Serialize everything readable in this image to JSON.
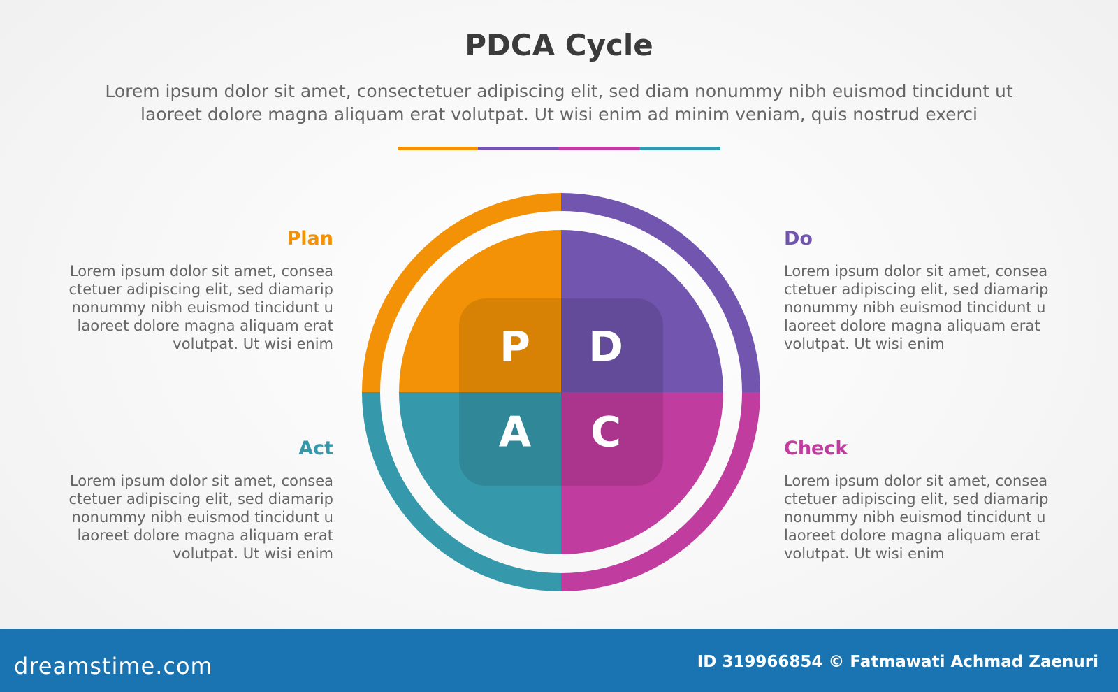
{
  "header": {
    "title": "PDCA Cycle",
    "subtitle_line1": "Lorem ipsum dolor sit amet, consectetuer adipiscing elit, sed diam nonummy nibh euismod tincidunt ut",
    "subtitle_line2": "laoreet dolore magna aliquam erat volutpat. Ut wisi enim ad minim veniam, quis nostrud exerci"
  },
  "colors": {
    "plan": "#f39206",
    "do": "#7155ae",
    "check": "#c13c9f",
    "act": "#3598ab",
    "title": "#3b3b3b",
    "body_text": "#666666",
    "footer_bg": "#1a74b1"
  },
  "stages": {
    "plan": {
      "title": "Plan",
      "letter": "P",
      "lines": [
        "Lorem ipsum dolor sit amet, consea",
        "ctetuer adipiscing elit, sed diamarip",
        "nonummy nibh euismod tincidunt u",
        "laoreet dolore magna aliquam erat",
        "volutpat. Ut wisi enim"
      ]
    },
    "do": {
      "title": "Do",
      "letter": "D",
      "lines": [
        "Lorem ipsum dolor sit amet, consea",
        "ctetuer adipiscing elit, sed diamarip",
        "nonummy nibh euismod tincidunt u",
        "laoreet dolore magna aliquam erat",
        "volutpat. Ut wisi enim"
      ]
    },
    "act": {
      "title": "Act",
      "letter": "A",
      "lines": [
        "Lorem ipsum dolor sit amet, consea",
        "ctetuer adipiscing elit, sed diamarip",
        "nonummy nibh euismod tincidunt u",
        "laoreet dolore magna aliquam erat",
        "volutpat. Ut wisi enim"
      ]
    },
    "check": {
      "title": "Check",
      "letter": "C",
      "lines": [
        "Lorem ipsum dolor sit amet, consea",
        "ctetuer adipiscing elit, sed diamarip",
        "nonummy nibh euismod tincidunt u",
        "laoreet dolore magna aliquam erat",
        "volutpat. Ut wisi enim"
      ]
    }
  },
  "footer": {
    "brand": "dreamstime.com",
    "credit": "ID 319966854 © Fatmawati  Achmad Zaenuri"
  }
}
